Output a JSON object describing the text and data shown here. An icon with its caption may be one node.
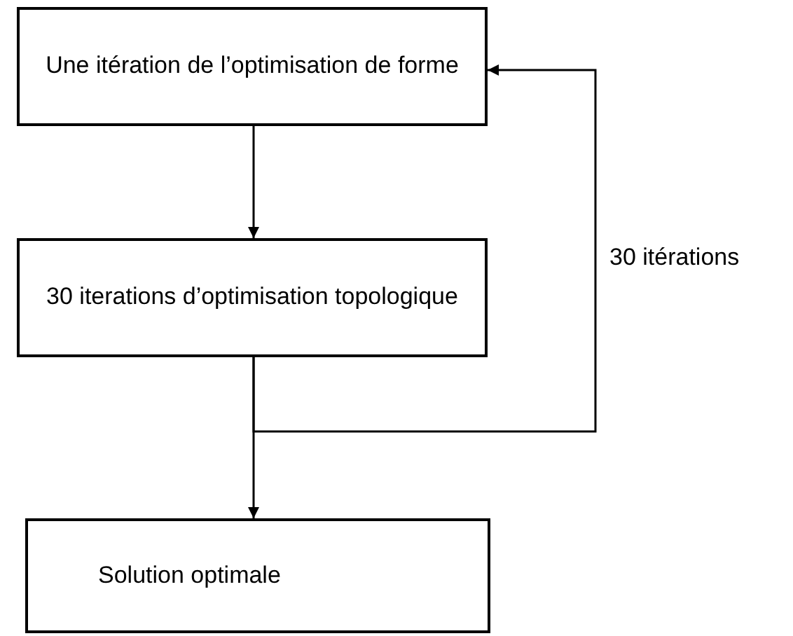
{
  "diagram": {
    "nodes": [
      {
        "text": [
          "Une itération de l’optimisation de forme"
        ]
      },
      {
        "text": [
          "30 iterations d’optimisation topologique"
        ]
      },
      {
        "text": [
          "Solution optimale"
        ]
      }
    ],
    "edges": [
      {
        "from": 0,
        "to": 1,
        "arrow": "to"
      },
      {
        "from": 1,
        "to": 2,
        "arrow": "to"
      },
      {
        "from": 1,
        "to": 0,
        "arrow": "to",
        "label": "30 itérations"
      }
    ]
  }
}
